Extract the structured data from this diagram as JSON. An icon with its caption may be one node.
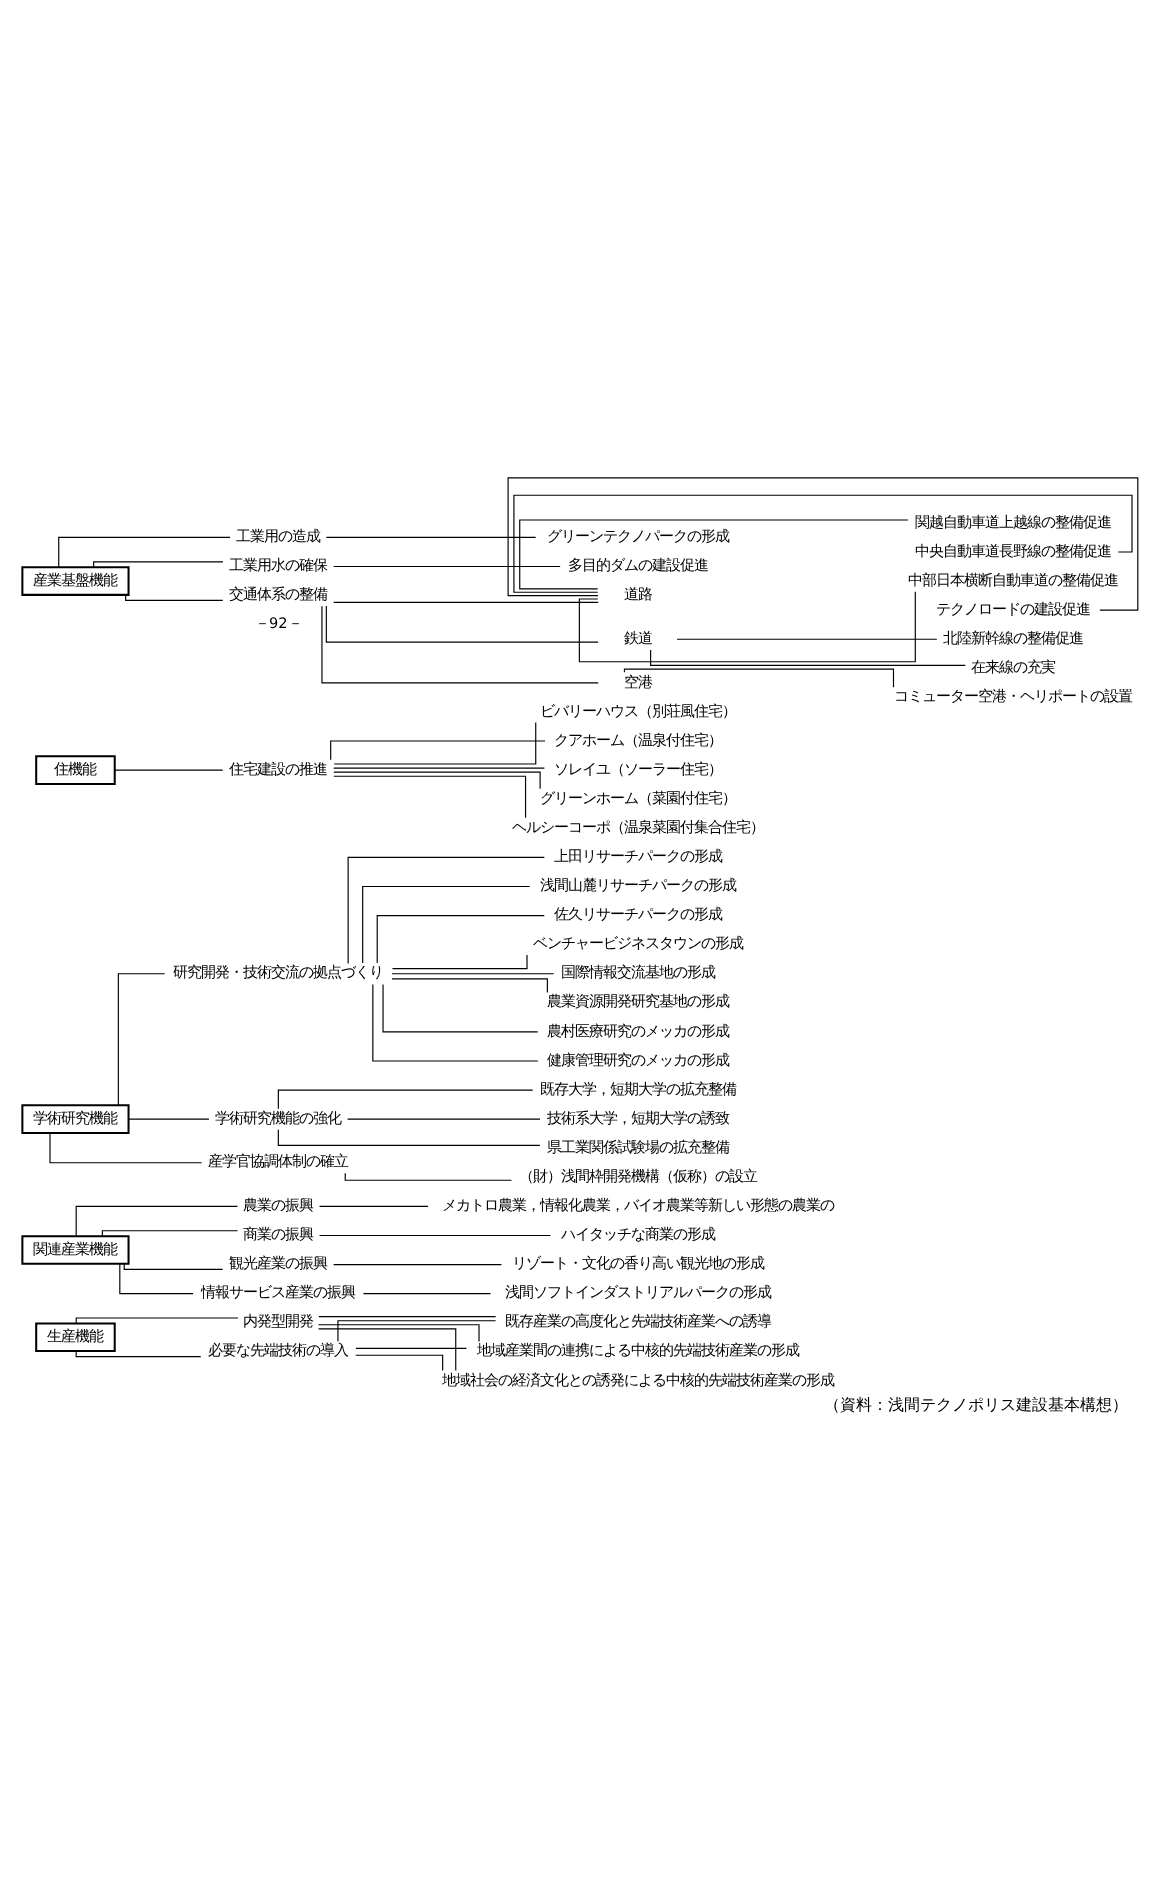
{
  "diagram": {
    "caption": "（資料：浅間テクノポリス建設基本構想）",
    "nodes": [
      {
        "text": [
          "生産機能"
        ]
      },
      {
        "text": [
          "内発型開発"
        ]
      },
      {
        "text": [
          "必要な先端技術の導入"
        ]
      },
      {
        "text": [
          "既存産業の高度化と先端技術産業への誘導"
        ]
      },
      {
        "text": [
          "地域産業間の連携による中核的先端技術産業の形成"
        ]
      },
      {
        "text": [
          "地域社会の経済文化との誘発による中核的先端技術産業の形成"
        ]
      },
      {
        "text": [
          "関連産業機能"
        ]
      },
      {
        "text": [
          "農業の振興"
        ]
      },
      {
        "text": [
          "商業の振興"
        ]
      },
      {
        "text": [
          "観光産業の振興"
        ]
      },
      {
        "text": [
          "情報サービス産業の振興"
        ]
      },
      {
        "text": [
          "メカトロ農業，情報化農業，バイオ農業等新しい形態の農業の"
        ]
      },
      {
        "text": [
          "ハイタッチな商業の形成"
        ]
      },
      {
        "text": [
          "リゾート・文化の香り高い観光地の形成"
        ]
      },
      {
        "text": [
          "浅間ソフトインダストリアルパークの形成"
        ]
      },
      {
        "text": [
          "学術研究機能"
        ]
      },
      {
        "text": [
          "研究開発・技術交流の拠点づくり"
        ]
      },
      {
        "text": [
          "上田リサーチパークの形成"
        ]
      },
      {
        "text": [
          "浅間山麓リサーチパークの形成"
        ]
      },
      {
        "text": [
          "佐久リサーチパークの形成"
        ]
      },
      {
        "text": [
          "ベンチャービジネスタウンの形成"
        ]
      },
      {
        "text": [
          "国際情報交流基地の形成"
        ]
      },
      {
        "text": [
          "農業資源開発研究基地の形成"
        ]
      },
      {
        "text": [
          "農村医療研究のメッカの形成"
        ]
      },
      {
        "text": [
          "健康管理研究のメッカの形成"
        ]
      },
      {
        "text": [
          "学術研究機能の強化"
        ]
      },
      {
        "text": [
          "既存大学，短期大学の拡充整備"
        ]
      },
      {
        "text": [
          "技術系大学，短期大学の誘致"
        ]
      },
      {
        "text": [
          "県工業関係試験場の拡充整備"
        ]
      },
      {
        "text": [
          "産学官協調体制の確立"
        ]
      },
      {
        "text": [
          "（財）浅間枠開発機構（仮称）の設立"
        ]
      },
      {
        "text": [
          "住機能"
        ]
      },
      {
        "text": [
          "住宅建設の推進"
        ]
      },
      {
        "text": [
          "ビバリーハウス（別荘風住宅）"
        ]
      },
      {
        "text": [
          "クアホーム（温泉付住宅）"
        ]
      },
      {
        "text": [
          "ソレイユ（ソーラー住宅）"
        ]
      },
      {
        "text": [
          "グリーンホーム（菜園付住宅）"
        ]
      },
      {
        "text": [
          "ヘルシーコーポ（温泉菜園付集合住宅）"
        ]
      },
      {
        "text": [
          "産業基盤機能"
        ]
      },
      {
        "text": [
          "工業用の造成"
        ]
      },
      {
        "text": [
          "工業用水の確保"
        ]
      },
      {
        "text": [
          "交通体系の整備"
        ]
      },
      {
        "text": [
          "グリーンテクノパークの形成"
        ]
      },
      {
        "text": [
          "多目的ダムの建設促進"
        ]
      },
      {
        "text": [
          "道路"
        ]
      },
      {
        "text": [
          "鉄道"
        ]
      },
      {
        "text": [
          "空港"
        ]
      },
      {
        "text": [
          "関越自動車道上越線の整備促進"
        ]
      },
      {
        "text": [
          "中央自動車道長野線の整備促進"
        ]
      },
      {
        "text": [
          "中部日本横断自動車道の整備促進"
        ]
      },
      {
        "text": [
          "テクノロードの建設促進"
        ]
      },
      {
        "text": [
          "北陸新幹線の整備促進"
        ]
      },
      {
        "text": [
          "在来線の充実"
        ]
      },
      {
        "text": [
          "コミューター空港・ヘリポートの設置"
        ]
      }
    ],
    "edges": [
      {
        "from": 0,
        "to": 1,
        "arrow": "none"
      },
      {
        "from": 0,
        "to": 2,
        "arrow": "none"
      },
      {
        "from": 1,
        "to": 3,
        "arrow": "none"
      },
      {
        "from": 1,
        "to": 4,
        "arrow": "none"
      },
      {
        "from": 1,
        "to": 5,
        "arrow": "none"
      },
      {
        "from": 2,
        "to": 3,
        "arrow": "none"
      },
      {
        "from": 2,
        "to": 4,
        "arrow": "none"
      },
      {
        "from": 2,
        "to": 5,
        "arrow": "none"
      },
      {
        "from": 6,
        "to": 7,
        "arrow": "none"
      },
      {
        "from": 6,
        "to": 8,
        "arrow": "none"
      },
      {
        "from": 6,
        "to": 9,
        "arrow": "none"
      },
      {
        "from": 6,
        "to": 10,
        "arrow": "none"
      },
      {
        "from": 7,
        "to": 11,
        "arrow": "none"
      },
      {
        "from": 8,
        "to": 12,
        "arrow": "none"
      },
      {
        "from": 9,
        "to": 13,
        "arrow": "none"
      },
      {
        "from": 10,
        "to": 14,
        "arrow": "none"
      },
      {
        "from": 15,
        "to": 16,
        "arrow": "none"
      },
      {
        "from": 15,
        "to": 25,
        "arrow": "none"
      },
      {
        "from": 15,
        "to": 29,
        "arrow": "none"
      },
      {
        "from": 16,
        "to": 17,
        "arrow": "none"
      },
      {
        "from": 16,
        "to": 18,
        "arrow": "none"
      },
      {
        "from": 16,
        "to": 19,
        "arrow": "none"
      },
      {
        "from": 16,
        "to": 20,
        "arrow": "none"
      },
      {
        "from": 16,
        "to": 21,
        "arrow": "none"
      },
      {
        "from": 16,
        "to": 22,
        "arrow": "none"
      },
      {
        "from": 16,
        "to": 23,
        "arrow": "none"
      },
      {
        "from": 16,
        "to": 24,
        "arrow": "none"
      },
      {
        "from": 25,
        "to": 26,
        "arrow": "none"
      },
      {
        "from": 25,
        "to": 27,
        "arrow": "none"
      },
      {
        "from": 25,
        "to": 28,
        "arrow": "none"
      },
      {
        "from": 29,
        "to": 30,
        "arrow": "none"
      },
      {
        "from": 31,
        "to": 32,
        "arrow": "none"
      },
      {
        "from": 32,
        "to": 33,
        "arrow": "none"
      },
      {
        "from": 32,
        "to": 34,
        "arrow": "none"
      },
      {
        "from": 32,
        "to": 35,
        "arrow": "none"
      },
      {
        "from": 32,
        "to": 36,
        "arrow": "none"
      },
      {
        "from": 32,
        "to": 37,
        "arrow": "none"
      },
      {
        "from": 38,
        "to": 39,
        "arrow": "none"
      },
      {
        "from": 38,
        "to": 40,
        "arrow": "none"
      },
      {
        "from": 38,
        "to": 41,
        "arrow": "none"
      },
      {
        "from": 39,
        "to": 42,
        "arrow": "none"
      },
      {
        "from": 40,
        "to": 43,
        "arrow": "none"
      },
      {
        "from": 41,
        "to": 44,
        "arrow": "none"
      },
      {
        "from": 41,
        "to": 45,
        "arrow": "none"
      },
      {
        "from": 41,
        "to": 46,
        "arrow": "none"
      },
      {
        "from": 44,
        "to": 47,
        "arrow": "none"
      },
      {
        "from": 44,
        "to": 48,
        "arrow": "none"
      },
      {
        "from": 44,
        "to": 49,
        "arrow": "none"
      },
      {
        "from": 44,
        "to": 50,
        "arrow": "none"
      },
      {
        "from": 45,
        "to": 51,
        "arrow": "none"
      },
      {
        "from": 45,
        "to": 52,
        "arrow": "none"
      },
      {
        "from": 46,
        "to": 53,
        "arrow": "none"
      }
    ],
    "labels": [
      "－92－"
    ]
  }
}
